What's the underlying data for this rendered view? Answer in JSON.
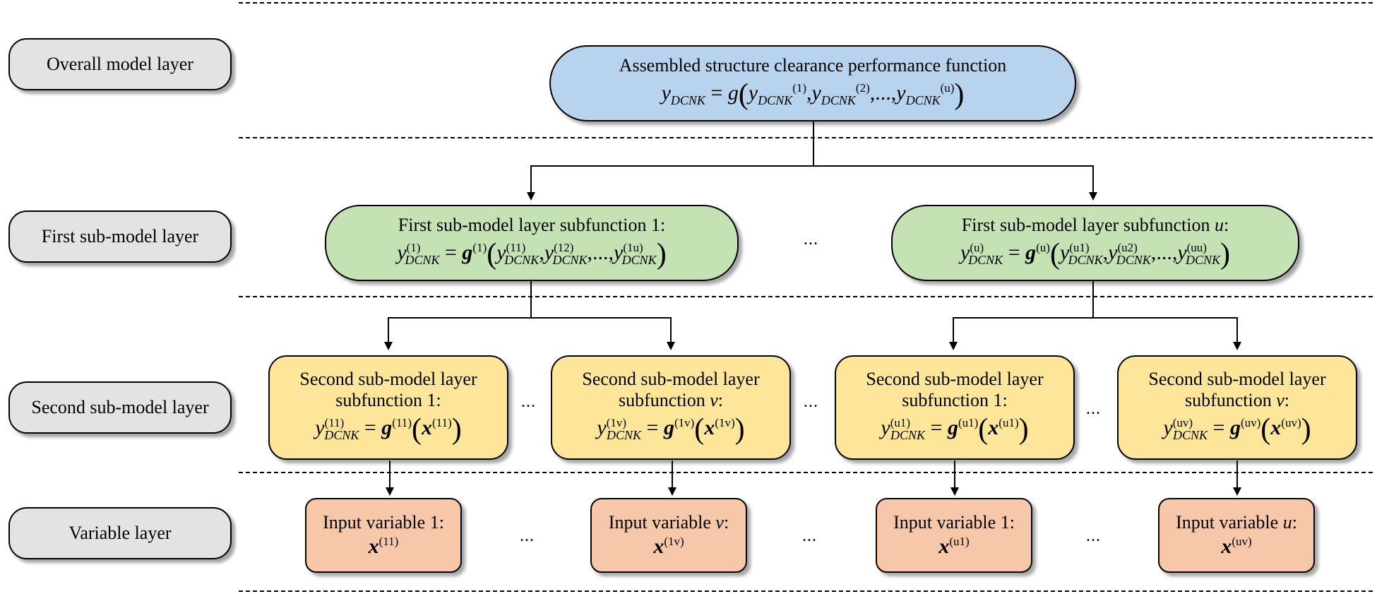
{
  "layers": [
    {
      "label": "Overall model layer"
    },
    {
      "label": "First sub-model layer"
    },
    {
      "label": "Second sub-model layer"
    },
    {
      "label": "Variable layer"
    }
  ],
  "overall": {
    "title": "Assembled structure clearance performance function",
    "lhs": "y",
    "lhs_sub": "DCNK",
    "func": "g",
    "args": [
      {
        "base": "y",
        "sub": "DCNK",
        "sup": "(1)"
      },
      {
        "base": "y",
        "sub": "DCNK",
        "sup": "(2)"
      },
      {
        "base": "y",
        "sub": "DCNK",
        "sup": "(u)"
      }
    ]
  },
  "first": [
    {
      "title_prefix": "First sub-model layer subfunction ",
      "title_index": "1",
      "title_suffix": ":",
      "lhs": "y",
      "lhs_sub": "DCNK",
      "lhs_sup": "(1)",
      "func": "g",
      "func_sup": "(1)",
      "args": [
        {
          "base": "y",
          "sub": "DCNK",
          "sup": "(11)"
        },
        {
          "base": "y",
          "sub": "DCNK",
          "sup": "(12)"
        },
        {
          "base": "y",
          "sub": "DCNK",
          "sup": "(1u)"
        }
      ]
    },
    {
      "title_prefix": "First sub-model layer subfunction ",
      "title_index": "u",
      "title_suffix": ":",
      "lhs": "y",
      "lhs_sub": "DCNK",
      "lhs_sup": "(u)",
      "func": "g",
      "func_sup": "(u)",
      "args": [
        {
          "base": "y",
          "sub": "DCNK",
          "sup": "(u1)"
        },
        {
          "base": "y",
          "sub": "DCNK",
          "sup": "(u2)"
        },
        {
          "base": "y",
          "sub": "DCNK",
          "sup": "(uu)"
        }
      ]
    }
  ],
  "second": [
    {
      "line1": "Second sub-model layer",
      "line2_prefix": "subfunction ",
      "line2_index": "1",
      "line2_suffix": ":",
      "lhs": "y",
      "lhs_sub": "DCNK",
      "sup": "(11)",
      "func": "g",
      "var": "x"
    },
    {
      "line1": "Second sub-model layer",
      "line2_prefix": "subfunction ",
      "line2_index": "v",
      "line2_suffix": ":",
      "lhs": "y",
      "lhs_sub": "DCNK",
      "sup": "(1v)",
      "func": "g",
      "var": "x"
    },
    {
      "line1": "Second sub-model layer",
      "line2_prefix": "subfunction ",
      "line2_index": "1",
      "line2_suffix": ":",
      "lhs": "y",
      "lhs_sub": "DCNK",
      "sup": "(u1)",
      "func": "g",
      "var": "x"
    },
    {
      "line1": "Second sub-model layer",
      "line2_prefix": "subfunction ",
      "line2_index": "v",
      "line2_suffix": ":",
      "lhs": "y",
      "lhs_sub": "DCNK",
      "sup": "(uv)",
      "func": "g",
      "var": "x"
    }
  ],
  "variables": [
    {
      "label_prefix": "Input variable ",
      "label_index": "1",
      "label_suffix": ":",
      "var": "x",
      "sup": "(11)"
    },
    {
      "label_prefix": "Input variable ",
      "label_index": "v",
      "label_suffix": ":",
      "var": "x",
      "sup": "(1v)"
    },
    {
      "label_prefix": "Input variable ",
      "label_index": "1",
      "label_suffix": ":",
      "var": "x",
      "sup": "(u1)"
    },
    {
      "label_prefix": "Input variable ",
      "label_index": "u",
      "label_suffix": ":",
      "var": "x",
      "sup": "(uv)"
    }
  ],
  "ellipsis": "...",
  "equals": "=",
  "comma": ",",
  "colors": {
    "overall": "#b8d3ee",
    "first": "#c5e2b4",
    "second": "#fde59a",
    "variable": "#f7c7a9",
    "layer_label": "#e3e3e5"
  }
}
